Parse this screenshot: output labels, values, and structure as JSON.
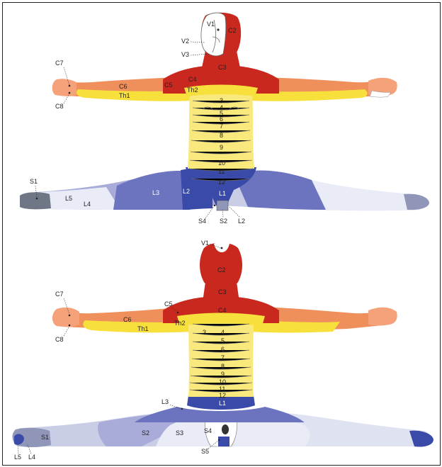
{
  "front": {
    "labels": {
      "v1": "V1",
      "v2": "V2",
      "v3": "V3",
      "c2": "C2",
      "c3": "C3",
      "c4": "C4",
      "c5": "C5",
      "c6": "C6",
      "c7": "C7",
      "c8": "C8",
      "th1": "Th1",
      "th2": "Th2",
      "t3": "3",
      "t4": "4",
      "t5": "5",
      "t6": "6",
      "t7": "7",
      "t8": "8",
      "t9": "9",
      "t10": "10",
      "t11": "11",
      "t12": "12",
      "l1": "L1",
      "l2": "L2",
      "l3": "L3",
      "l4": "L4",
      "l5": "L5",
      "s1": "S1",
      "s2": "S2",
      "s4": "S4",
      "l2b": "L2"
    }
  },
  "back": {
    "labels": {
      "v1": "V1",
      "c2": "C2",
      "c3": "C3",
      "c4": "C4",
      "c5": "C5",
      "c6": "C6",
      "c7": "C7",
      "c8": "C8",
      "th1": "Th1",
      "th2": "Th2",
      "t3": "3",
      "t4": "4",
      "t5": "5",
      "t6": "6",
      "t7": "7",
      "t8": "8",
      "t9": "9",
      "t10": "10",
      "t11": "11",
      "t12": "12",
      "l1": "L1",
      "l3": "L3",
      "l4": "L4",
      "l5": "L5",
      "s1": "S1",
      "s2": "S2",
      "s3": "S3",
      "s4": "S4",
      "s5": "S5"
    }
  },
  "colors": {
    "red": "#c8281e",
    "dark_red": "#b31d17",
    "orange": "#ee8f5c",
    "yellow": "#f9e97d",
    "yellow_strong": "#f7df3c",
    "blue_dark": "#3a4aa8",
    "blue_mid": "#6d74bf",
    "blue_light": "#a9acd9",
    "grey_blue": "#c9cde6",
    "pale": "#e9ecf6",
    "face": "#ffffff"
  }
}
